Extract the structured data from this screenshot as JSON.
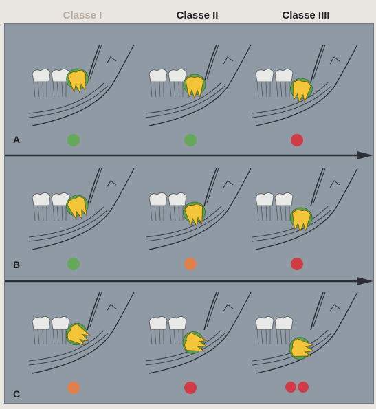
{
  "columns": [
    {
      "label": "Classe I",
      "color": "#b6aaa0"
    },
    {
      "label": "Classe II",
      "color": "#222222"
    },
    {
      "label": "Classe IIII",
      "color": "#222222"
    }
  ],
  "rows": [
    {
      "label": "A",
      "indicators": [
        [
          "green"
        ],
        [
          "green"
        ],
        [
          "red"
        ]
      ]
    },
    {
      "label": "B",
      "indicators": [
        [
          "green"
        ],
        [
          "orange"
        ],
        [
          "red"
        ]
      ]
    },
    {
      "label": "C",
      "indicators": [
        [
          "orange"
        ],
        [
          "red"
        ],
        [
          "red",
          "red"
        ]
      ]
    }
  ],
  "colors": {
    "green": "#66a85a",
    "orange": "#e0804c",
    "red": "#cf3b46",
    "panel": "#8f9aa5",
    "tooth_yellow": "#f2c53a",
    "tooth_white": "#e8e8e6",
    "follicle_green": "#5fa14f"
  }
}
